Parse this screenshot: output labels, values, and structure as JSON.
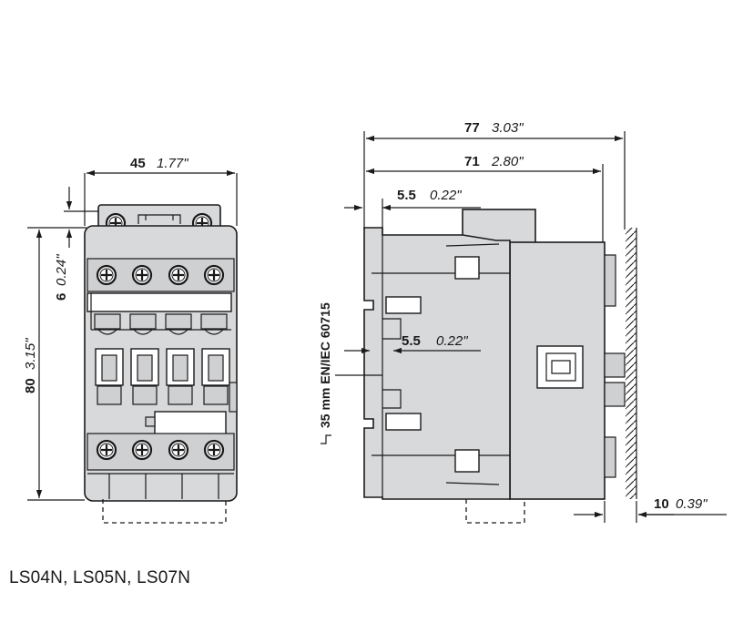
{
  "front_view": {
    "width": {
      "mm": "45",
      "in": "1.77\""
    },
    "top_offset": {
      "mm": "6",
      "in": "0.24\""
    },
    "height": {
      "mm": "80",
      "in": "3.15\""
    }
  },
  "side_view": {
    "overall_depth": {
      "mm": "77",
      "in": "3.03\""
    },
    "body_depth": {
      "mm": "71",
      "in": "2.80\""
    },
    "front_step": {
      "mm": "5.5",
      "in": "0.22\""
    },
    "rail_step": {
      "mm": "5.5",
      "in": "0.22\""
    },
    "rail_label": "35 mm EN/IEC 60715",
    "clearance": {
      "mm": "10",
      "in": "0.39\""
    }
  },
  "caption": "LS04N, LS05N, LS07N"
}
